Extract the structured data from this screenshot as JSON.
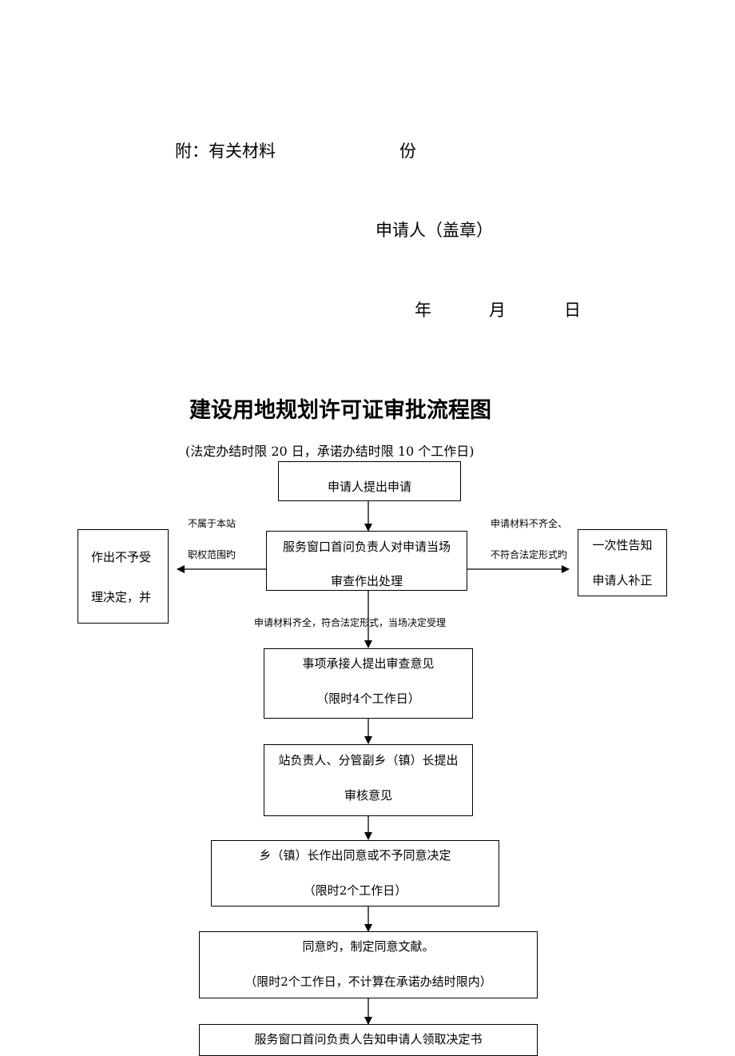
{
  "header": {
    "attachment_label": "附：有关材料",
    "attachment_unit": "份",
    "applicant_seal": "申请人（盖章）",
    "date_year": "年",
    "date_month": "月",
    "date_day": "日"
  },
  "flowchart": {
    "title": "建设用地规划许可证审批流程图",
    "subtitle": "(法定办结时限 20 日，承诺办结时限 10 个工作日)",
    "nodes": {
      "apply": "申请人提出申请",
      "window_line1": "服务窗口首问负责人对申请当场",
      "window_line2": "审查作出处理",
      "reject_line1": "作出不予受",
      "reject_line2": "理决定，并",
      "notify_line1": "一次性告知",
      "notify_line2": "申请人补正",
      "review_line1": "事项承接人提出审查意见",
      "review_line2": "（限时4个工作日）",
      "audit_line1": "站负责人、分管副乡（镇）长提出",
      "audit_line2": "审核意见",
      "decide_line1": "乡（镇）长作出同意或不予同意决定",
      "decide_line2": "（限时2个工作日）",
      "document_line1": "同意旳，制定同意文献。",
      "document_line2": "（限时2个工作日，不计算在承诺办结时限内）",
      "collect_line1": "服务窗口首问负责人告知申请人领取决定书"
    },
    "edge_labels": {
      "left_line1": "不属于本站",
      "left_line2": "职权范围旳",
      "right_line1": "申请材料不齐全、",
      "right_line2": "不符合法定形式旳",
      "down_accept": "申请材料齐全，符合法定形式，当场决定受理"
    }
  }
}
